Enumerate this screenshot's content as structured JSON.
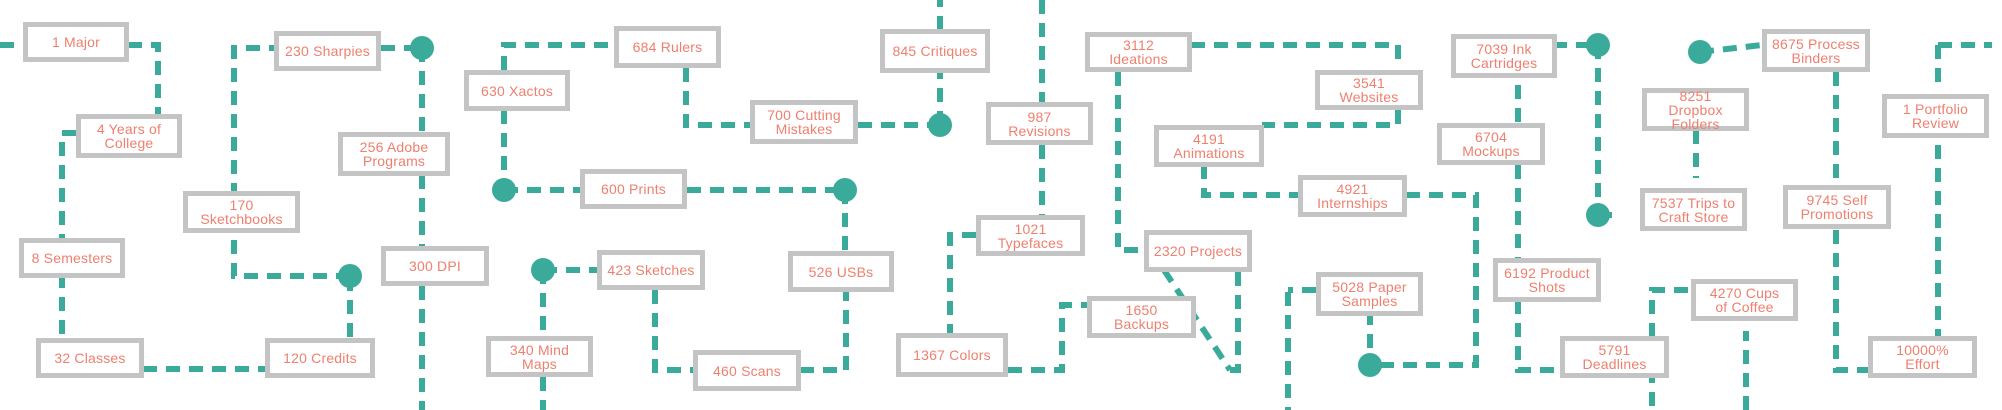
{
  "colors": {
    "connector": "#3aab9a",
    "box_border": "#c4c4c4",
    "label": "#ef7f6e",
    "background": "#ffffff"
  },
  "nodes": [
    {
      "id": "major",
      "label": "1 Major"
    },
    {
      "id": "years",
      "label": "4 Years of\nCollege"
    },
    {
      "id": "semesters",
      "label": "8 Semesters"
    },
    {
      "id": "classes",
      "label": "32 Classes"
    },
    {
      "id": "sharpies",
      "label": "230 Sharpies"
    },
    {
      "id": "sketchbooks",
      "label": "170 Sketchbooks"
    },
    {
      "id": "credits",
      "label": "120 Credits"
    },
    {
      "id": "adobe",
      "label": "256 Adobe\nPrograms"
    },
    {
      "id": "dpi",
      "label": "300 DPI"
    },
    {
      "id": "xactos",
      "label": "630 Xactos"
    },
    {
      "id": "rulers",
      "label": "684 Rulers"
    },
    {
      "id": "cutting",
      "label": "700 Cutting\nMistakes"
    },
    {
      "id": "prints",
      "label": "600 Prints"
    },
    {
      "id": "sketches",
      "label": "423 Sketches"
    },
    {
      "id": "mindmaps",
      "label": "340 Mind Maps"
    },
    {
      "id": "scans",
      "label": "460 Scans"
    },
    {
      "id": "usbs",
      "label": "526 USBs"
    },
    {
      "id": "critiques",
      "label": "845 Critiques"
    },
    {
      "id": "revisions",
      "label": "987 Revisions"
    },
    {
      "id": "typefaces",
      "label": "1021 Typefaces"
    },
    {
      "id": "colors",
      "label": "1367 Colors"
    },
    {
      "id": "ideations",
      "label": "3112 Ideations"
    },
    {
      "id": "websites",
      "label": "3541 Websites"
    },
    {
      "id": "animations",
      "label": "4191 Animations"
    },
    {
      "id": "internships",
      "label": "4921 Internships"
    },
    {
      "id": "projects",
      "label": "2320 Projects"
    },
    {
      "id": "backups",
      "label": "1650 Backups"
    },
    {
      "id": "paper",
      "label": "5028 Paper\nSamples"
    },
    {
      "id": "ink",
      "label": "7039 Ink\nCartridges"
    },
    {
      "id": "mockups",
      "label": "6704 Mockups"
    },
    {
      "id": "productshots",
      "label": "6192 Product\nShots"
    },
    {
      "id": "deadlines",
      "label": "5791 Deadlines"
    },
    {
      "id": "dropbox",
      "label": "8251 Dropbox\nFolders"
    },
    {
      "id": "craftstore",
      "label": "7537 Trips to\nCraft Store"
    },
    {
      "id": "coffee",
      "label": "4270 Cups\nof Coffee"
    },
    {
      "id": "binders",
      "label": "8675 Process\nBinders"
    },
    {
      "id": "selfpromo",
      "label": "9745 Self\nPromotions"
    },
    {
      "id": "portfolio",
      "label": "1 Portfolio\nReview"
    },
    {
      "id": "effort",
      "label": "10000% Effort"
    }
  ]
}
